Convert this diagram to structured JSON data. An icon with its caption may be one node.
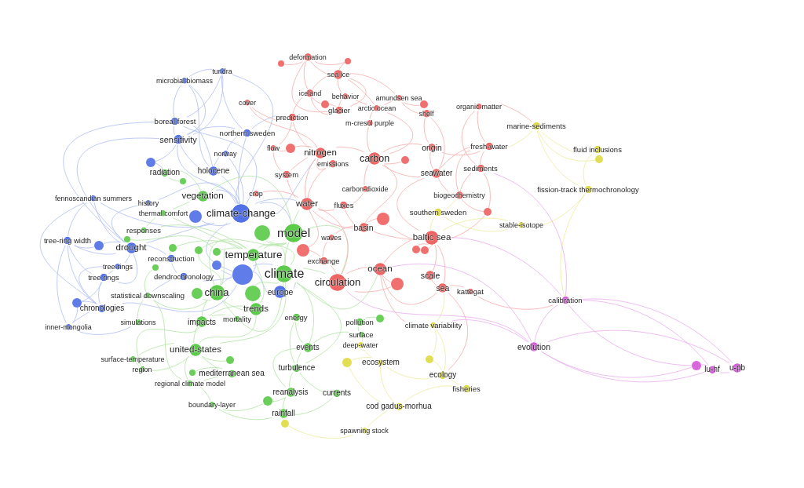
{
  "diagram": {
    "nodes": [
      {
        "text": [
          "deformation"
        ]
      },
      {
        "text": [
          "tundra"
        ]
      },
      {
        "text": [
          "sea ice"
        ]
      },
      {
        "text": [
          "microbial biomass"
        ]
      },
      {
        "text": [
          "iceland"
        ]
      },
      {
        "text": [
          "behavior"
        ]
      },
      {
        "text": [
          "amundsen sea"
        ]
      },
      {
        "text": [
          "cover"
        ]
      },
      {
        "text": [
          "organic-matter"
        ]
      },
      {
        "text": [
          "arctic ocean"
        ]
      },
      {
        "text": [
          "glacier"
        ]
      },
      {
        "text": [
          "shelf"
        ]
      },
      {
        "text": [
          "prediction"
        ]
      },
      {
        "text": [
          "boreal forest"
        ]
      },
      {
        "text": [
          "m-cresol purple"
        ]
      },
      {
        "text": [
          "marine-sediments"
        ]
      },
      {
        "text": [
          "northern sweden"
        ]
      },
      {
        "text": [
          "sensitivity"
        ]
      },
      {
        "text": [
          "origin"
        ]
      },
      {
        "text": [
          "fresh-water"
        ]
      },
      {
        "text": [
          "flow"
        ]
      },
      {
        "text": [
          "fluid inclusions"
        ]
      },
      {
        "text": [
          "norway"
        ]
      },
      {
        "text": [
          "nitrogen"
        ]
      },
      {
        "text": [
          "carbon"
        ]
      },
      {
        "text": [
          "emissions"
        ]
      },
      {
        "text": [
          "radiation"
        ]
      },
      {
        "text": [
          "holocene"
        ]
      },
      {
        "text": [
          "seawater"
        ]
      },
      {
        "text": [
          "sediments"
        ]
      },
      {
        "text": [
          "system"
        ]
      },
      {
        "text": [
          "carbon-dioxide"
        ]
      },
      {
        "text": [
          "fission-track thermochronology"
        ]
      },
      {
        "text": [
          "crop"
        ]
      },
      {
        "text": [
          "biogeochemistry"
        ]
      },
      {
        "text": [
          "fennoscandian summers"
        ]
      },
      {
        "text": [
          "vegetation"
        ]
      },
      {
        "text": [
          "history"
        ]
      },
      {
        "text": [
          "water"
        ]
      },
      {
        "text": [
          "fluxes"
        ]
      },
      {
        "text": [
          "thermal comfort"
        ]
      },
      {
        "text": [
          "climate-change"
        ]
      },
      {
        "text": [
          "southern sweden"
        ]
      },
      {
        "text": [
          "basin"
        ]
      },
      {
        "text": [
          "stable-isotope"
        ]
      },
      {
        "text": [
          "responses"
        ]
      },
      {
        "text": [
          "model"
        ]
      },
      {
        "text": [
          "waves"
        ]
      },
      {
        "text": [
          "baltic sea"
        ]
      },
      {
        "text": [
          "tree-ring width"
        ]
      },
      {
        "text": [
          "drought"
        ]
      },
      {
        "text": [
          "temperature"
        ]
      },
      {
        "text": [
          "reconstruction"
        ]
      },
      {
        "text": [
          "exchange"
        ]
      },
      {
        "text": [
          "tree-rings"
        ]
      },
      {
        "text": [
          "climate"
        ]
      },
      {
        "text": [
          "ocean"
        ]
      },
      {
        "text": [
          "scale"
        ]
      },
      {
        "text": [
          "tree rings"
        ]
      },
      {
        "text": [
          "dendrochronology"
        ]
      },
      {
        "text": [
          "circulation"
        ]
      },
      {
        "text": [
          "europe"
        ]
      },
      {
        "text": [
          "sea"
        ]
      },
      {
        "text": [
          "kattegat"
        ]
      },
      {
        "text": [
          "china"
        ]
      },
      {
        "text": [
          "statistical downscaling"
        ]
      },
      {
        "text": [
          "calibration"
        ]
      },
      {
        "text": [
          "chronologies"
        ]
      },
      {
        "text": [
          "trends"
        ]
      },
      {
        "text": [
          "energy"
        ]
      },
      {
        "text": [
          "mortality"
        ]
      },
      {
        "text": [
          "impacts"
        ]
      },
      {
        "text": [
          "pollution"
        ]
      },
      {
        "text": [
          "simulations"
        ]
      },
      {
        "text": [
          "climate variability"
        ]
      },
      {
        "text": [
          "inner-mongolia"
        ]
      },
      {
        "text": [
          "surface"
        ]
      },
      {
        "text": [
          "deep-water"
        ]
      },
      {
        "text": [
          "evolution"
        ]
      },
      {
        "text": [
          "events"
        ]
      },
      {
        "text": [
          "united-states"
        ]
      },
      {
        "text": [
          "surface-temperature"
        ]
      },
      {
        "text": [
          "ecosystem"
        ]
      },
      {
        "text": [
          "turbulence"
        ]
      },
      {
        "text": [
          "lu-hf"
        ]
      },
      {
        "text": [
          "u-pb"
        ]
      },
      {
        "text": [
          "region"
        ]
      },
      {
        "text": [
          "mediterranean sea"
        ]
      },
      {
        "text": [
          "ecology"
        ]
      },
      {
        "text": [
          "regional climate model"
        ]
      },
      {
        "text": [
          "fisheries"
        ]
      },
      {
        "text": [
          "reanalysis"
        ]
      },
      {
        "text": [
          "currents"
        ]
      },
      {
        "text": [
          "boundary-layer"
        ]
      },
      {
        "text": [
          "cod gadus-morhua"
        ]
      },
      {
        "text": [
          "rainfall"
        ]
      },
      {
        "text": [
          "spawning stock"
        ]
      },
      {
        "text": [],
        "shape": "circle"
      },
      {
        "text": [],
        "shape": "circle"
      },
      {
        "text": [],
        "shape": "circle"
      },
      {
        "text": [],
        "shape": "circle"
      },
      {
        "text": [],
        "shape": "circle"
      },
      {
        "text": [],
        "shape": "circle"
      },
      {
        "text": [],
        "shape": "circle"
      },
      {
        "text": [],
        "shape": "circle"
      },
      {
        "text": [],
        "shape": "circle"
      },
      {
        "text": [],
        "shape": "circle"
      },
      {
        "text": [],
        "shape": "circle"
      },
      {
        "text": [],
        "shape": "circle"
      },
      {
        "text": [],
        "shape": "circle"
      },
      {
        "text": [],
        "shape": "circle"
      },
      {
        "text": [],
        "shape": "circle"
      },
      {
        "text": [],
        "shape": "circle"
      },
      {
        "text": [],
        "shape": "circle"
      },
      {
        "text": [],
        "shape": "circle"
      },
      {
        "text": [],
        "shape": "circle"
      },
      {
        "text": [],
        "shape": "circle"
      },
      {
        "text": [],
        "shape": "circle"
      },
      {
        "text": [],
        "shape": "circle"
      },
      {
        "text": [],
        "shape": "circle"
      },
      {
        "text": [],
        "shape": "circle"
      },
      {
        "text": [],
        "shape": "circle"
      },
      {
        "text": [],
        "shape": "circle"
      },
      {
        "text": [],
        "shape": "circle"
      },
      {
        "text": [],
        "shape": "circle"
      },
      {
        "text": [],
        "shape": "circle"
      },
      {
        "text": [],
        "shape": "circle"
      },
      {
        "text": [],
        "shape": "circle"
      },
      {
        "text": [],
        "shape": "circle"
      },
      {
        "text": [],
        "shape": "circle"
      },
      {
        "text": [],
        "shape": "circle"
      },
      {
        "text": [],
        "shape": "circle"
      },
      {
        "text": [],
        "shape": "circle"
      }
    ],
    "edges": [
      {
        "from": 1,
        "to": 3,
        "arrow": "none",
        "color": "#b3c1f2"
      },
      {
        "from": 1,
        "to": 13,
        "arrow": "none",
        "color": "#b3c1f2"
      },
      {
        "from": 1,
        "to": 17,
        "arrow": "none",
        "color": "#b3c1f2"
      },
      {
        "from": 1,
        "to": 16,
        "arrow": "none",
        "color": "#b3c1f2"
      },
      {
        "from": 1,
        "to": 41,
        "arrow": "none",
        "color": "#b3c1f2"
      },
      {
        "from": 3,
        "to": 13,
        "arrow": "none",
        "color": "#b3c1f2"
      },
      {
        "from": 3,
        "to": 17,
        "arrow": "none",
        "color": "#b3c1f2"
      },
      {
        "from": 3,
        "to": 27,
        "arrow": "none",
        "color": "#b3c1f2"
      },
      {
        "from": 13,
        "to": 17,
        "arrow": "none",
        "color": "#b3c1f2"
      },
      {
        "from": 13,
        "to": 27,
        "arrow": "none",
        "color": "#b3c1f2"
      },
      {
        "from": 13,
        "to": 41,
        "arrow": "none",
        "color": "#b3c1f2"
      },
      {
        "from": 13,
        "to": 50,
        "arrow": "none",
        "color": "#b3c1f2"
      },
      {
        "from": 16,
        "to": 22,
        "arrow": "none",
        "color": "#b3c1f2"
      },
      {
        "from": 16,
        "to": 41,
        "arrow": "none",
        "color": "#b3c1f2"
      },
      {
        "from": 16,
        "to": 17,
        "arrow": "none",
        "color": "#b3c1f2"
      },
      {
        "from": 16,
        "to": 12,
        "arrow": "none",
        "color": "#b3c1f2"
      },
      {
        "from": 17,
        "to": 27,
        "arrow": "none",
        "color": "#b3c1f2"
      },
      {
        "from": 17,
        "to": 41,
        "arrow": "none",
        "color": "#b3c1f2"
      },
      {
        "from": 17,
        "to": 50,
        "arrow": "none",
        "color": "#b3c1f2"
      },
      {
        "from": 17,
        "to": 103,
        "arrow": "none",
        "color": "#b3c1f2"
      },
      {
        "from": 22,
        "to": 27,
        "arrow": "none",
        "color": "#b3c1f2"
      },
      {
        "from": 22,
        "to": 41,
        "arrow": "none",
        "color": "#b3c1f2"
      },
      {
        "from": 27,
        "to": 41,
        "arrow": "none",
        "color": "#b3c1f2"
      },
      {
        "from": 35,
        "to": 49,
        "arrow": "none",
        "color": "#b3c1f2"
      },
      {
        "from": 35,
        "to": 50,
        "arrow": "none",
        "color": "#b3c1f2"
      },
      {
        "from": 35,
        "to": 67,
        "arrow": "none",
        "color": "#b3c1f2"
      },
      {
        "from": 35,
        "to": 41,
        "arrow": "none",
        "color": "#b3c1f2"
      },
      {
        "from": 37,
        "to": 41,
        "arrow": "none",
        "color": "#b3c1f2"
      },
      {
        "from": 37,
        "to": 50,
        "arrow": "none",
        "color": "#b3c1f2"
      },
      {
        "from": 49,
        "to": 107,
        "arrow": "none",
        "color": "#b3c1f2"
      },
      {
        "from": 49,
        "to": 58,
        "arrow": "none",
        "color": "#b3c1f2"
      },
      {
        "from": 49,
        "to": 67,
        "arrow": "none",
        "color": "#b3c1f2"
      },
      {
        "from": 49,
        "to": 50,
        "arrow": "none",
        "color": "#b3c1f2"
      },
      {
        "from": 49,
        "to": 75,
        "arrow": "none",
        "color": "#b3c1f2"
      },
      {
        "from": 50,
        "to": 52,
        "arrow": "none",
        "color": "#b3c1f2"
      },
      {
        "from": 50,
        "to": 41,
        "arrow": "none",
        "color": "#b3c1f2"
      },
      {
        "from": 50,
        "to": 54,
        "arrow": "none",
        "color": "#b3c1f2"
      },
      {
        "from": 50,
        "to": 58,
        "arrow": "none",
        "color": "#b3c1f2"
      },
      {
        "from": 52,
        "to": 59,
        "arrow": "none",
        "color": "#b3c1f2"
      },
      {
        "from": 54,
        "to": 58,
        "arrow": "none",
        "color": "#b3c1f2"
      },
      {
        "from": 54,
        "to": 67,
        "arrow": "none",
        "color": "#b3c1f2"
      },
      {
        "from": 58,
        "to": 67,
        "arrow": "none",
        "color": "#b3c1f2"
      },
      {
        "from": 59,
        "to": 113,
        "arrow": "none",
        "color": "#b3c1f2"
      },
      {
        "from": 59,
        "to": 65,
        "arrow": "none",
        "color": "#b3c1f2"
      },
      {
        "from": 61,
        "to": 55,
        "arrow": "none",
        "color": "#b3c1f2"
      },
      {
        "from": 61,
        "to": 113,
        "arrow": "none",
        "color": "#b3c1f2"
      },
      {
        "from": 67,
        "to": 75,
        "arrow": "none",
        "color": "#b3c1f2"
      },
      {
        "from": 67,
        "to": 122,
        "arrow": "none",
        "color": "#b3c1f2"
      },
      {
        "from": 67,
        "to": 113,
        "arrow": "none",
        "color": "#b3c1f2"
      },
      {
        "from": 75,
        "to": 122,
        "arrow": "none",
        "color": "#b3c1f2"
      },
      {
        "from": 75,
        "to": 73,
        "arrow": "none",
        "color": "#b3c1f2"
      },
      {
        "from": 105,
        "to": 41,
        "arrow": "none",
        "color": "#b3c1f2"
      },
      {
        "from": 111,
        "to": 113,
        "arrow": "none",
        "color": "#b3c1f2"
      },
      {
        "from": 41,
        "to": 113,
        "arrow": "none",
        "color": "#b3c1f2"
      },
      {
        "from": 41,
        "to": 46,
        "arrow": "none",
        "color": "#b3c1f2"
      },
      {
        "from": 41,
        "to": 36,
        "arrow": "none",
        "color": "#b3c1f2"
      },
      {
        "from": 41,
        "to": 38,
        "arrow": "none",
        "color": "#b3c1f2"
      },
      {
        "from": 41,
        "to": 23,
        "arrow": "none",
        "color": "#b3c1f2"
      },
      {
        "from": 113,
        "to": 55,
        "arrow": "none",
        "color": "#b3c1f2"
      },
      {
        "from": 113,
        "to": 51,
        "arrow": "none",
        "color": "#b3c1f2"
      },
      {
        "from": 113,
        "to": 64,
        "arrow": "none",
        "color": "#b3c1f2"
      },
      {
        "from": 103,
        "to": 26,
        "arrow": "none",
        "color": "#b3c1f2"
      },
      {
        "from": 107,
        "to": 50,
        "arrow": "none",
        "color": "#b3c1f2"
      },
      {
        "from": 122,
        "to": 58,
        "arrow": "none",
        "color": "#b3c1f2"
      },
      {
        "from": 26,
        "to": 36,
        "arrow": "none",
        "color": "#b5e5a9"
      },
      {
        "from": 26,
        "to": 104,
        "arrow": "none",
        "color": "#b5e5a9"
      },
      {
        "from": 36,
        "to": 40,
        "arrow": "none",
        "color": "#b5e5a9"
      },
      {
        "from": 36,
        "to": 46,
        "arrow": "none",
        "color": "#b5e5a9"
      },
      {
        "from": 40,
        "to": 45,
        "arrow": "none",
        "color": "#b5e5a9"
      },
      {
        "from": 40,
        "to": 51,
        "arrow": "none",
        "color": "#b5e5a9"
      },
      {
        "from": 45,
        "to": 51,
        "arrow": "none",
        "color": "#b5e5a9"
      },
      {
        "from": 46,
        "to": 55,
        "arrow": "none",
        "color": "#b5e5a9"
      },
      {
        "from": 46,
        "to": 51,
        "arrow": "none",
        "color": "#b5e5a9"
      },
      {
        "from": 46,
        "to": 64,
        "arrow": "none",
        "color": "#b5e5a9"
      },
      {
        "from": 46,
        "to": 60,
        "arrow": "none",
        "color": "#b5e5a9"
      },
      {
        "from": 46,
        "to": 38,
        "arrow": "none",
        "color": "#b5e5a9"
      },
      {
        "from": 46,
        "to": 114,
        "arrow": "none",
        "color": "#b5e5a9"
      },
      {
        "from": 51,
        "to": 55,
        "arrow": "none",
        "color": "#b5e5a9"
      },
      {
        "from": 51,
        "to": 64,
        "arrow": "none",
        "color": "#b5e5a9"
      },
      {
        "from": 51,
        "to": 68,
        "arrow": "none",
        "color": "#b5e5a9"
      },
      {
        "from": 51,
        "to": 108,
        "arrow": "none",
        "color": "#b5e5a9"
      },
      {
        "from": 51,
        "to": 109,
        "arrow": "none",
        "color": "#b5e5a9"
      },
      {
        "from": 55,
        "to": 64,
        "arrow": "none",
        "color": "#b5e5a9"
      },
      {
        "from": 55,
        "to": 60,
        "arrow": "none",
        "color": "#b5e5a9"
      },
      {
        "from": 55,
        "to": 56,
        "arrow": "none",
        "color": "#b5e5a9"
      },
      {
        "from": 55,
        "to": 80,
        "arrow": "none",
        "color": "#b5e5a9"
      },
      {
        "from": 55,
        "to": 79,
        "arrow": "none",
        "color": "#b5e5a9"
      },
      {
        "from": 55,
        "to": 83,
        "arrow": "none",
        "color": "#b5e5a9"
      },
      {
        "from": 55,
        "to": 123,
        "arrow": "none",
        "color": "#b5e5a9"
      },
      {
        "from": 64,
        "to": 65,
        "arrow": "none",
        "color": "#b5e5a9"
      },
      {
        "from": 64,
        "to": 71,
        "arrow": "none",
        "color": "#b5e5a9"
      },
      {
        "from": 64,
        "to": 68,
        "arrow": "none",
        "color": "#b5e5a9"
      },
      {
        "from": 64,
        "to": 121,
        "arrow": "none",
        "color": "#b5e5a9"
      },
      {
        "from": 65,
        "to": 73,
        "arrow": "none",
        "color": "#b5e5a9"
      },
      {
        "from": 65,
        "to": 89,
        "arrow": "none",
        "color": "#b5e5a9"
      },
      {
        "from": 68,
        "to": 71,
        "arrow": "none",
        "color": "#b5e5a9"
      },
      {
        "from": 68,
        "to": 80,
        "arrow": "none",
        "color": "#b5e5a9"
      },
      {
        "from": 69,
        "to": 79,
        "arrow": "none",
        "color": "#b5e5a9"
      },
      {
        "from": 69,
        "to": 83,
        "arrow": "none",
        "color": "#b5e5a9"
      },
      {
        "from": 70,
        "to": 71,
        "arrow": "none",
        "color": "#b5e5a9"
      },
      {
        "from": 71,
        "to": 80,
        "arrow": "none",
        "color": "#b5e5a9"
      },
      {
        "from": 71,
        "to": 86,
        "arrow": "none",
        "color": "#b5e5a9"
      },
      {
        "from": 72,
        "to": 76,
        "arrow": "none",
        "color": "#b5e5a9"
      },
      {
        "from": 72,
        "to": 124,
        "arrow": "none",
        "color": "#b5e5a9"
      },
      {
        "from": 76,
        "to": 79,
        "arrow": "none",
        "color": "#b5e5a9"
      },
      {
        "from": 79,
        "to": 83,
        "arrow": "none",
        "color": "#b5e5a9"
      },
      {
        "from": 79,
        "to": 91,
        "arrow": "none",
        "color": "#b5e5a9"
      },
      {
        "from": 80,
        "to": 81,
        "arrow": "none",
        "color": "#b5e5a9"
      },
      {
        "from": 80,
        "to": 86,
        "arrow": "none",
        "color": "#b5e5a9"
      },
      {
        "from": 80,
        "to": 87,
        "arrow": "none",
        "color": "#b5e5a9"
      },
      {
        "from": 80,
        "to": 89,
        "arrow": "none",
        "color": "#b5e5a9"
      },
      {
        "from": 80,
        "to": 125,
        "arrow": "none",
        "color": "#b5e5a9"
      },
      {
        "from": 81,
        "to": 86,
        "arrow": "none",
        "color": "#b5e5a9"
      },
      {
        "from": 83,
        "to": 91,
        "arrow": "none",
        "color": "#b5e5a9"
      },
      {
        "from": 83,
        "to": 92,
        "arrow": "none",
        "color": "#b5e5a9"
      },
      {
        "from": 87,
        "to": 89,
        "arrow": "none",
        "color": "#b5e5a9"
      },
      {
        "from": 87,
        "to": 126,
        "arrow": "none",
        "color": "#b5e5a9"
      },
      {
        "from": 91,
        "to": 95,
        "arrow": "none",
        "color": "#b5e5a9"
      },
      {
        "from": 91,
        "to": 129,
        "arrow": "none",
        "color": "#b5e5a9"
      },
      {
        "from": 92,
        "to": 95,
        "arrow": "none",
        "color": "#b5e5a9"
      },
      {
        "from": 93,
        "to": 89,
        "arrow": "none",
        "color": "#b5e5a9"
      },
      {
        "from": 93,
        "to": 95,
        "arrow": "none",
        "color": "#b5e5a9"
      },
      {
        "from": 93,
        "to": 129,
        "arrow": "none",
        "color": "#b5e5a9"
      },
      {
        "from": 106,
        "to": 110,
        "arrow": "none",
        "color": "#b5e5a9"
      },
      {
        "from": 110,
        "to": 51,
        "arrow": "none",
        "color": "#b5e5a9"
      },
      {
        "from": 112,
        "to": 65,
        "arrow": "none",
        "color": "#b5e5a9"
      },
      {
        "from": 114,
        "to": 55,
        "arrow": "none",
        "color": "#b5e5a9"
      },
      {
        "from": 108,
        "to": 52,
        "arrow": "none",
        "color": "#b5e5a9"
      },
      {
        "from": 109,
        "to": 64,
        "arrow": "none",
        "color": "#b5e5a9"
      },
      {
        "from": 0,
        "to": 2,
        "arrow": "none"
      },
      {
        "from": 0,
        "to": 97,
        "arrow": "none"
      },
      {
        "from": 0,
        "to": 98,
        "arrow": "none"
      },
      {
        "from": 0,
        "to": 4,
        "arrow": "none"
      },
      {
        "from": 0,
        "to": 10,
        "arrow": "none"
      },
      {
        "from": 2,
        "to": 98,
        "arrow": "none"
      },
      {
        "from": 2,
        "to": 4,
        "arrow": "none"
      },
      {
        "from": 2,
        "to": 5,
        "arrow": "none"
      },
      {
        "from": 2,
        "to": 9,
        "arrow": "none"
      },
      {
        "from": 2,
        "to": 10,
        "arrow": "none"
      },
      {
        "from": 2,
        "to": 6,
        "arrow": "none"
      },
      {
        "from": 4,
        "to": 10,
        "arrow": "none"
      },
      {
        "from": 4,
        "to": 12,
        "arrow": "none"
      },
      {
        "from": 4,
        "to": 99,
        "arrow": "none"
      },
      {
        "from": 5,
        "to": 9,
        "arrow": "none"
      },
      {
        "from": 5,
        "to": 10,
        "arrow": "none"
      },
      {
        "from": 6,
        "to": 11,
        "arrow": "none"
      },
      {
        "from": 6,
        "to": 9,
        "arrow": "none"
      },
      {
        "from": 6,
        "to": 100,
        "arrow": "none"
      },
      {
        "from": 7,
        "to": 12,
        "arrow": "none"
      },
      {
        "from": 7,
        "to": 23,
        "arrow": "none"
      },
      {
        "from": 8,
        "to": 19,
        "arrow": "none"
      },
      {
        "from": 8,
        "to": 29,
        "arrow": "none"
      },
      {
        "from": 8,
        "to": 15,
        "arrow": "none"
      },
      {
        "from": 9,
        "to": 14,
        "arrow": "none"
      },
      {
        "from": 9,
        "to": 24,
        "arrow": "none"
      },
      {
        "from": 10,
        "to": 99,
        "arrow": "none"
      },
      {
        "from": 11,
        "to": 18,
        "arrow": "none"
      },
      {
        "from": 11,
        "to": 28,
        "arrow": "none"
      },
      {
        "from": 12,
        "to": 20,
        "arrow": "none"
      },
      {
        "from": 12,
        "to": 23,
        "arrow": "none"
      },
      {
        "from": 14,
        "to": 24,
        "arrow": "none"
      },
      {
        "from": 18,
        "to": 28,
        "arrow": "none"
      },
      {
        "from": 18,
        "to": 19,
        "arrow": "none"
      },
      {
        "from": 18,
        "to": 24,
        "arrow": "none"
      },
      {
        "from": 19,
        "to": 29,
        "arrow": "none"
      },
      {
        "from": 19,
        "to": 28,
        "arrow": "none"
      },
      {
        "from": 19,
        "to": 34,
        "arrow": "none"
      },
      {
        "from": 20,
        "to": 101,
        "arrow": "none"
      },
      {
        "from": 20,
        "to": 30,
        "arrow": "none"
      },
      {
        "from": 23,
        "to": 25,
        "arrow": "none"
      },
      {
        "from": 23,
        "to": 24,
        "arrow": "none"
      },
      {
        "from": 23,
        "to": 38,
        "arrow": "none"
      },
      {
        "from": 23,
        "to": 30,
        "arrow": "none"
      },
      {
        "from": 24,
        "to": 31,
        "arrow": "none"
      },
      {
        "from": 24,
        "to": 102,
        "arrow": "none"
      },
      {
        "from": 24,
        "to": 28,
        "arrow": "none"
      },
      {
        "from": 24,
        "to": 43,
        "arrow": "none"
      },
      {
        "from": 25,
        "to": 38,
        "arrow": "none"
      },
      {
        "from": 28,
        "to": 34,
        "arrow": "none"
      },
      {
        "from": 28,
        "to": 48,
        "arrow": "none"
      },
      {
        "from": 29,
        "to": 34,
        "arrow": "none"
      },
      {
        "from": 29,
        "to": 120,
        "arrow": "none"
      },
      {
        "from": 30,
        "to": 38,
        "arrow": "none"
      },
      {
        "from": 31,
        "to": 39,
        "arrow": "none"
      },
      {
        "from": 33,
        "to": 38,
        "arrow": "none"
      },
      {
        "from": 38,
        "to": 39,
        "arrow": "none"
      },
      {
        "from": 38,
        "to": 43,
        "arrow": "none"
      },
      {
        "from": 38,
        "to": 60,
        "arrow": "none"
      },
      {
        "from": 38,
        "to": 115,
        "arrow": "none"
      },
      {
        "from": 39,
        "to": 43,
        "arrow": "none"
      },
      {
        "from": 43,
        "to": 116,
        "arrow": "none"
      },
      {
        "from": 43,
        "to": 47,
        "arrow": "none"
      },
      {
        "from": 43,
        "to": 48,
        "arrow": "none"
      },
      {
        "from": 47,
        "to": 53,
        "arrow": "none"
      },
      {
        "from": 48,
        "to": 117,
        "arrow": "none"
      },
      {
        "from": 48,
        "to": 118,
        "arrow": "none"
      },
      {
        "from": 48,
        "to": 57,
        "arrow": "none"
      },
      {
        "from": 48,
        "to": 62,
        "arrow": "none"
      },
      {
        "from": 48,
        "to": 56,
        "arrow": "none"
      },
      {
        "from": 53,
        "to": 115,
        "arrow": "none"
      },
      {
        "from": 53,
        "to": 60,
        "arrow": "none"
      },
      {
        "from": 56,
        "to": 60,
        "arrow": "none"
      },
      {
        "from": 56,
        "to": 119,
        "arrow": "none"
      },
      {
        "from": 57,
        "to": 62,
        "arrow": "none"
      },
      {
        "from": 62,
        "to": 63,
        "arrow": "none"
      },
      {
        "from": 63,
        "to": 66,
        "arrow": "none"
      },
      {
        "from": 56,
        "to": 62,
        "arrow": "none"
      },
      {
        "from": 60,
        "to": 119,
        "arrow": "none"
      },
      {
        "from": 34,
        "to": 120,
        "arrow": "none"
      },
      {
        "from": 120,
        "to": 48,
        "arrow": "none"
      },
      {
        "from": 116,
        "to": 48,
        "arrow": "none"
      },
      {
        "from": 101,
        "to": 23,
        "arrow": "none"
      },
      {
        "from": 56,
        "to": 74,
        "arrow": "none"
      },
      {
        "from": 62,
        "to": 88,
        "arrow": "none"
      },
      {
        "from": 15,
        "to": 21,
        "arrow": "none",
        "color": "#eeeba4"
      },
      {
        "from": 15,
        "to": 32,
        "arrow": "none",
        "color": "#eeeba4"
      },
      {
        "from": 15,
        "to": 132,
        "arrow": "none",
        "color": "#eeeba4"
      },
      {
        "from": 21,
        "to": 32,
        "arrow": "none",
        "color": "#eeeba4"
      },
      {
        "from": 21,
        "to": 132,
        "arrow": "none",
        "color": "#eeeba4"
      },
      {
        "from": 32,
        "to": 44,
        "arrow": "none",
        "color": "#eeeba4"
      },
      {
        "from": 32,
        "to": 66,
        "arrow": "none",
        "color": "#eeeba4"
      },
      {
        "from": 42,
        "to": 48,
        "arrow": "none",
        "color": "#eeeba4"
      },
      {
        "from": 42,
        "to": 44,
        "arrow": "none",
        "color": "#eeeba4"
      },
      {
        "from": 44,
        "to": 48,
        "arrow": "none",
        "color": "#eeeba4"
      },
      {
        "from": 74,
        "to": 62,
        "arrow": "none",
        "color": "#eeeba4"
      },
      {
        "from": 74,
        "to": 88,
        "arrow": "none",
        "color": "#eeeba4"
      },
      {
        "from": 77,
        "to": 82,
        "arrow": "none",
        "color": "#eeeba4"
      },
      {
        "from": 77,
        "to": 76,
        "arrow": "none",
        "color": "#eeeba4"
      },
      {
        "from": 82,
        "to": 127,
        "arrow": "none",
        "color": "#eeeba4"
      },
      {
        "from": 82,
        "to": 88,
        "arrow": "none",
        "color": "#eeeba4"
      },
      {
        "from": 82,
        "to": 94,
        "arrow": "none",
        "color": "#eeeba4"
      },
      {
        "from": 88,
        "to": 90,
        "arrow": "none",
        "color": "#eeeba4"
      },
      {
        "from": 88,
        "to": 128,
        "arrow": "none",
        "color": "#eeeba4"
      },
      {
        "from": 90,
        "to": 94,
        "arrow": "none",
        "color": "#eeeba4"
      },
      {
        "from": 94,
        "to": 96,
        "arrow": "none",
        "color": "#eeeba4"
      },
      {
        "from": 96,
        "to": 130,
        "arrow": "none",
        "color": "#eeeba4"
      },
      {
        "from": 94,
        "to": 127,
        "arrow": "none",
        "color": "#eeeba4"
      },
      {
        "from": 128,
        "to": 74,
        "arrow": "none",
        "color": "#eeeba4"
      },
      {
        "from": 130,
        "to": 95,
        "arrow": "none",
        "color": "#eeeba4"
      },
      {
        "from": 42,
        "to": 34,
        "arrow": "none",
        "color": "#eeeba4"
      },
      {
        "from": 15,
        "to": 19,
        "arrow": "none",
        "color": "#eeeba4"
      },
      {
        "from": 66,
        "to": 78,
        "arrow": "none",
        "color": "#eab2ee"
      },
      {
        "from": 66,
        "to": 84,
        "arrow": "none",
        "color": "#eab2ee"
      },
      {
        "from": 66,
        "to": 85,
        "arrow": "none",
        "color": "#eab2ee"
      },
      {
        "from": 66,
        "to": 131,
        "arrow": "none",
        "color": "#eab2ee"
      },
      {
        "from": 78,
        "to": 84,
        "arrow": "none",
        "color": "#eab2ee"
      },
      {
        "from": 78,
        "to": 85,
        "arrow": "none",
        "color": "#eab2ee"
      },
      {
        "from": 78,
        "to": 131,
        "arrow": "none",
        "color": "#eab2ee"
      },
      {
        "from": 84,
        "to": 85,
        "arrow": "none",
        "color": "#eab2ee"
      },
      {
        "from": 131,
        "to": 84,
        "arrow": "none",
        "color": "#eab2ee"
      },
      {
        "from": 78,
        "to": 56,
        "arrow": "none",
        "color": "#eab2ee"
      },
      {
        "from": 66,
        "to": 48,
        "arrow": "none",
        "color": "#eab2ee"
      },
      {
        "from": 78,
        "to": 60,
        "arrow": "none",
        "color": "#eab2ee"
      },
      {
        "from": 66,
        "to": 29,
        "arrow": "none",
        "color": "#eab2ee"
      },
      {
        "from": 78,
        "to": 74,
        "arrow": "none",
        "color": "#eab2ee"
      }
    ]
  }
}
